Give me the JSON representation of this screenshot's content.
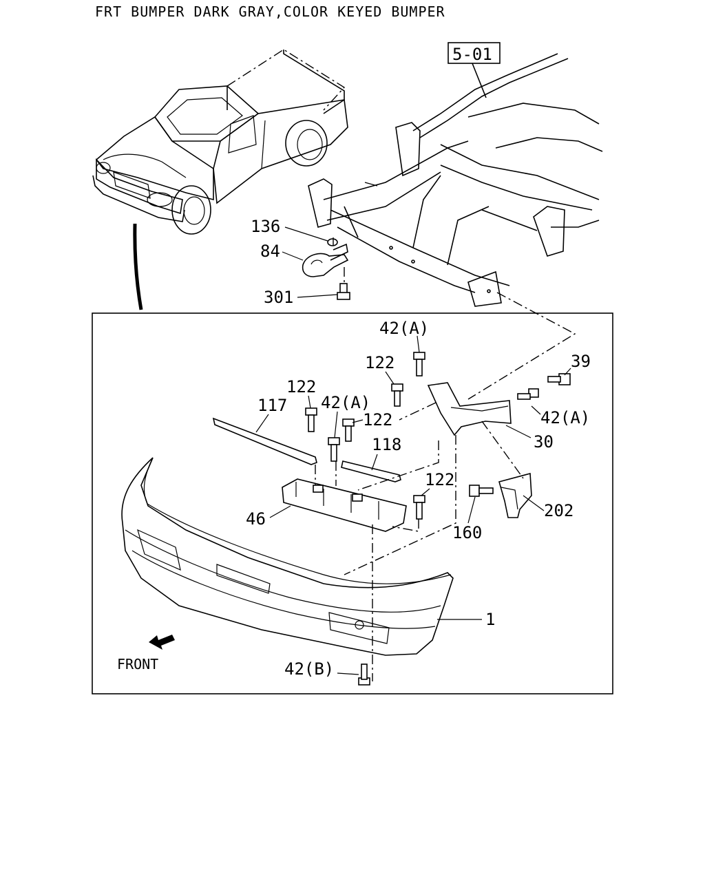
{
  "title": "FRT BUMPER DARK GRAY,COLOR KEYED BUMPER",
  "ref_box": "5-01",
  "front_label": "FRONT",
  "callouts": {
    "c136": "136",
    "c84": "84",
    "c301": "301",
    "c42a_top": "42(A)",
    "c39": "39",
    "c122_a": "122",
    "c122_b": "122",
    "c122_c": "122",
    "c122_d": "122",
    "c42a_mid": "42(A)",
    "c42a_right": "42(A)",
    "c117": "117",
    "c118": "118",
    "c30": "30",
    "c46": "46",
    "c202": "202",
    "c160": "160",
    "c1": "1",
    "c42b": "42(B)"
  }
}
